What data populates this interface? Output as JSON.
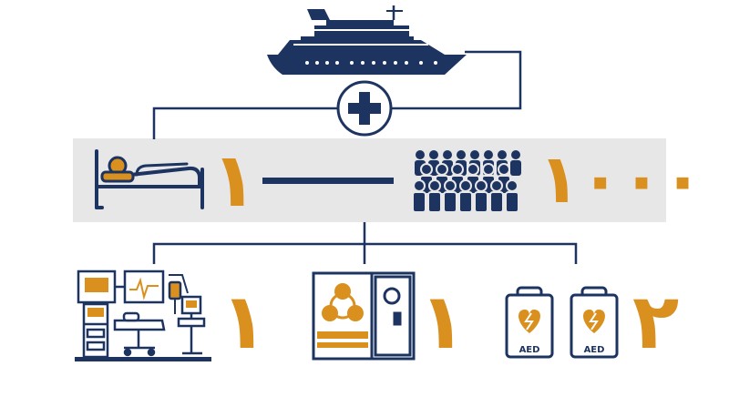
{
  "diagram": {
    "ratio": {
      "beds": "١",
      "passengers": "١٠٠٠"
    },
    "resources": {
      "icu": "١",
      "isolation_room": "١",
      "aed": "٢"
    },
    "labels": {
      "aed_case_left": "AED",
      "aed_case_right": "AED"
    }
  },
  "colors": {
    "navy": "#1d3461",
    "orange": "#d9901f",
    "band": "#e7e7e7"
  }
}
